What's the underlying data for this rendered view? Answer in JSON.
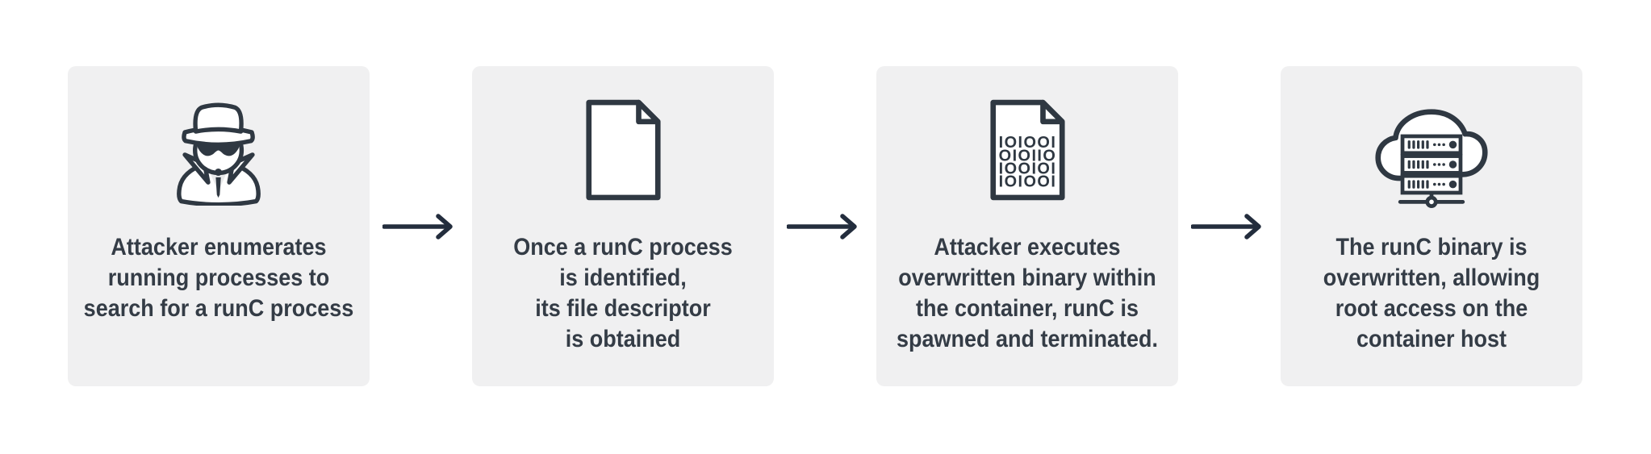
{
  "page": {
    "background": "#ffffff"
  },
  "diagram": {
    "type": "flow",
    "direction": "left-to-right",
    "card_background": "#f0f0f1",
    "text_color": "#343c46",
    "arrow_color": "#232d3d",
    "icon_stroke_color": "#2f3842",
    "connector_style": "right-arrow",
    "steps": [
      {
        "icon": "spy-attacker-icon",
        "lines": [
          "Attacker enumerates",
          "running processes to",
          "search for a runC process"
        ]
      },
      {
        "icon": "document-icon",
        "lines": [
          "Once a runC process",
          "is identified,",
          "its file descriptor",
          "is obtained"
        ]
      },
      {
        "icon": "binary-document-icon",
        "binary_glyph_rows": [
          "IOIOOI",
          "OIOIIO",
          "IOOIOI",
          "IOIOOI"
        ],
        "lines": [
          "Attacker executes",
          "overwritten binary within",
          "the container, runC is",
          "spawned and terminated."
        ]
      },
      {
        "icon": "cloud-servers-icon",
        "lines": [
          "The runC binary is",
          "overwritten, allowing",
          "root access on the",
          "container host"
        ]
      }
    ]
  }
}
